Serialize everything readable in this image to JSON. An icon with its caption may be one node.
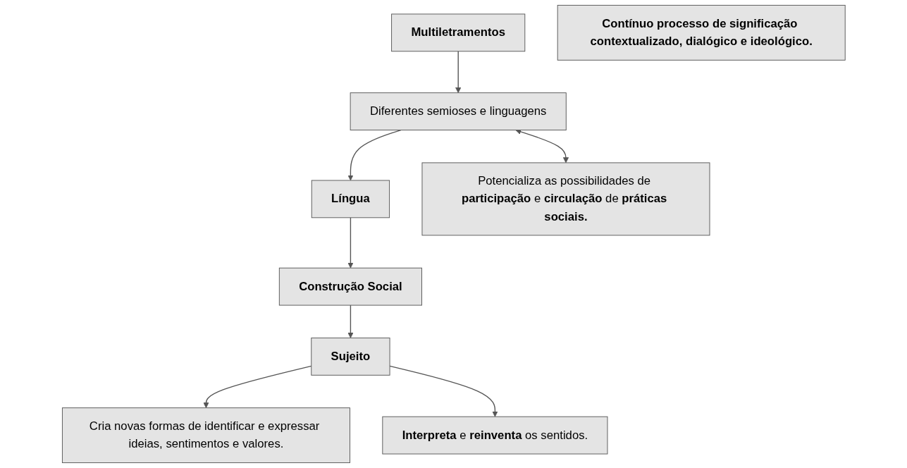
{
  "diagram": {
    "nodes": [
      {
        "text": [
          "Multiletramentos"
        ]
      },
      {
        "text": [
          "Diferentes semioses e linguagens"
        ]
      },
      {
        "text": [
          "Língua"
        ]
      },
      {
        "text": [
          "Construção Social"
        ]
      },
      {
        "text": [
          "Potencializa as possibilidades de **participação** e **circulação** de **práticas sociais.**"
        ]
      },
      {
        "text": [
          "Contínuo processo de significação contextualizado, dialógico e ideológico."
        ]
      },
      {
        "text": [
          "Cria novas formas de identificar e expressar ideias, sentimentos e valores."
        ]
      },
      {
        "text": [
          "Sujeito"
        ]
      },
      {
        "text": [
          "**Interpreta** e **reinventa** os sentidos."
        ]
      }
    ],
    "edges": [
      {
        "from": 0,
        "to": 1,
        "arrow": "to"
      },
      {
        "from": 1,
        "to": 2,
        "arrow": "to"
      },
      {
        "from": 2,
        "to": 3,
        "arrow": "to"
      },
      {
        "from": 1,
        "to": 4,
        "arrow": "both"
      },
      {
        "from": 3,
        "to": 7,
        "arrow": "to"
      },
      {
        "from": 7,
        "to": 6,
        "arrow": "to"
      },
      {
        "from": 7,
        "to": 8,
        "arrow": "to"
      }
    ]
  }
}
